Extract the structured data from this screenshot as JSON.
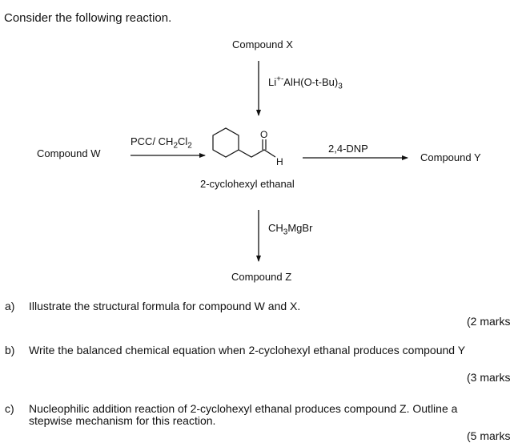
{
  "intro": "Consider the following reaction.",
  "scheme": {
    "compound_x": "Compound X",
    "reagent_top_pre": "Li",
    "reagent_top_sup": "+-",
    "reagent_top_mid": "AlH(O-t-Bu)",
    "reagent_top_sub": "3",
    "compound_w": "Compound W",
    "pcc_pre": "PCC/ CH",
    "pcc_sub1": "2",
    "pcc_mid": "Cl",
    "pcc_sub2": "2",
    "aldehyde_o": "O",
    "aldehyde_h": "H",
    "dnp": "2,4-DNP",
    "compound_y": "Compound Y",
    "center_name": "2-cyclohexyl ethanal",
    "grignard_pre": "CH",
    "grignard_sub": "3",
    "grignard_post": "MgBr",
    "compound_z": "Compound Z"
  },
  "questions": [
    {
      "label": "a)",
      "lines": [
        "Illustrate the structural formula for compound W and X."
      ],
      "marks": "(2 marks"
    },
    {
      "label": "b)",
      "lines": [
        "Write the balanced chemical equation when 2-cyclohexyl ethanal produces compound Y"
      ],
      "marks": "(3 marks"
    },
    {
      "label": "c)",
      "lines": [
        "Nucleophilic addition reaction of 2-cyclohexyl ethanal produces compound Z. Outline a",
        "stepwise mechanism for this reaction."
      ],
      "marks": "(5 marks"
    }
  ]
}
